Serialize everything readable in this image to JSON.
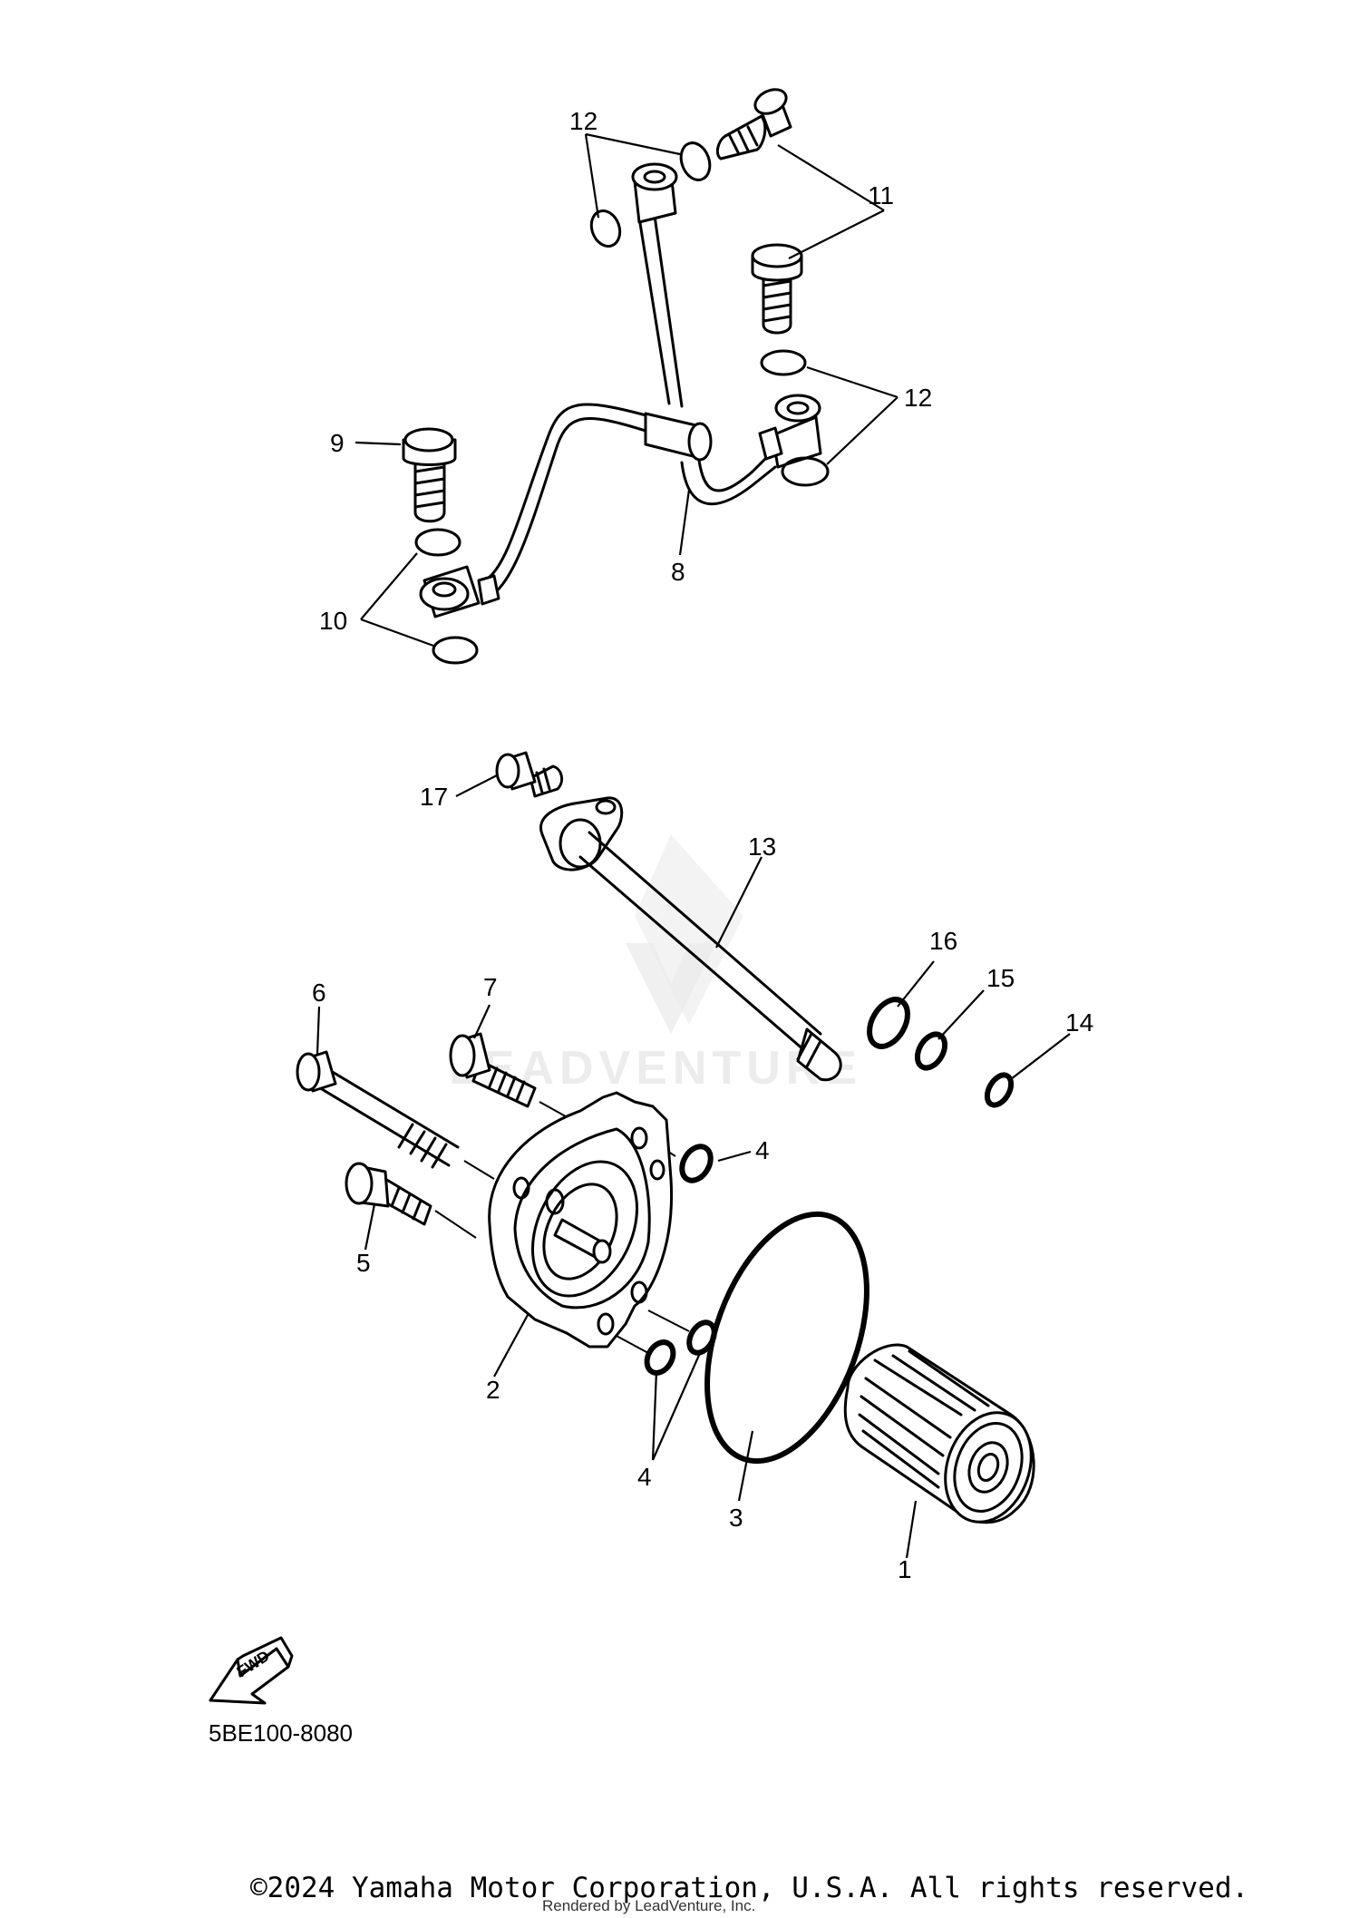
{
  "diagram": {
    "callouts": {
      "p1": "1",
      "p2": "2",
      "p3": "3",
      "p4a": "4",
      "p4b": "4",
      "p5": "5",
      "p6": "6",
      "p7": "7",
      "p8": "8",
      "p9": "9",
      "p10": "10",
      "p11": "11",
      "p12a": "12",
      "p12b": "12",
      "p13": "13",
      "p14": "14",
      "p15": "15",
      "p16": "16",
      "p17": "17"
    },
    "fwd_label": "FWD",
    "diagram_code": "5BE100-8080"
  },
  "watermark": {
    "text": "LEADVENTURE"
  },
  "footer": {
    "copyright": "©2024 Yamaha Motor Corporation, U.S.A. All rights reserved.",
    "rendered_by": "Rendered by LeadVenture, Inc."
  }
}
